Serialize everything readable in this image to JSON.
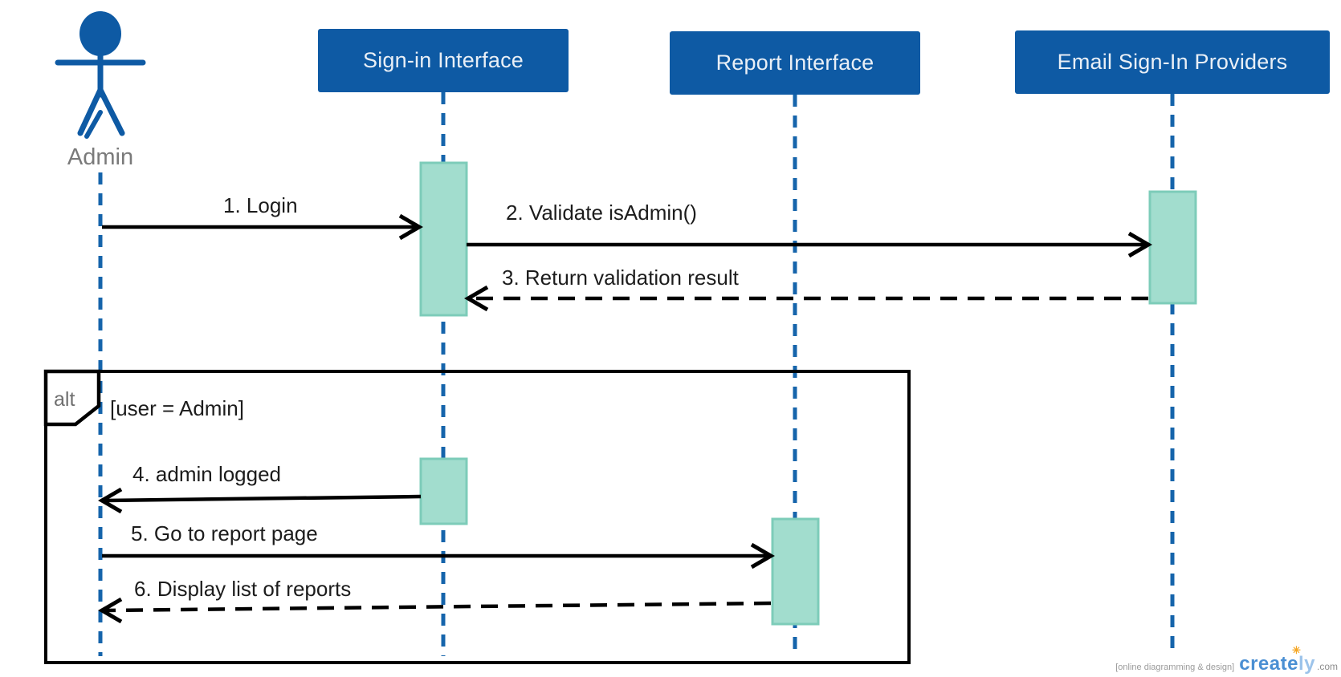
{
  "diagram_type": "uml-sequence",
  "actor": {
    "label": "Admin"
  },
  "participants": [
    {
      "label": "Sign-in Interface"
    },
    {
      "label": "Report Interface"
    },
    {
      "label": "Email Sign-In Providers"
    }
  ],
  "messages": [
    {
      "label": "1. Login",
      "from": "Admin",
      "to": "Sign-in Interface",
      "line": "solid"
    },
    {
      "label": "2. Validate isAdmin()",
      "from": "Sign-in Interface",
      "to": "Email Sign-In Providers",
      "line": "solid"
    },
    {
      "label": "3. Return validation result",
      "from": "Email Sign-In Providers",
      "to": "Sign-in Interface",
      "line": "dashed"
    },
    {
      "label": "4. admin logged",
      "from": "Sign-in Interface",
      "to": "Admin",
      "line": "solid"
    },
    {
      "label": "5. Go to report page",
      "from": "Admin",
      "to": "Report Interface",
      "line": "solid"
    },
    {
      "label": "6. Display list of reports",
      "from": "Report Interface",
      "to": "Admin",
      "line": "dashed"
    }
  ],
  "fragment": {
    "operator": "alt",
    "guard": "[user = Admin]"
  },
  "watermark": {
    "tagline": "[online diagramming & design]",
    "brand_main": "create",
    "brand_tail": "ly",
    "domain": ".com"
  },
  "colors": {
    "primary_blue": "#0e5aa4",
    "lifeline_blue": "#1564ab",
    "activation_fill": "#a2ddce",
    "activation_border": "#7dccb9",
    "message_black": "#000000",
    "label_gray": "#7a7a7a",
    "watermark_gray": "#9b9b9b",
    "brand_blue": "#4a8fd3",
    "sparkle_orange": "#f5a623"
  }
}
